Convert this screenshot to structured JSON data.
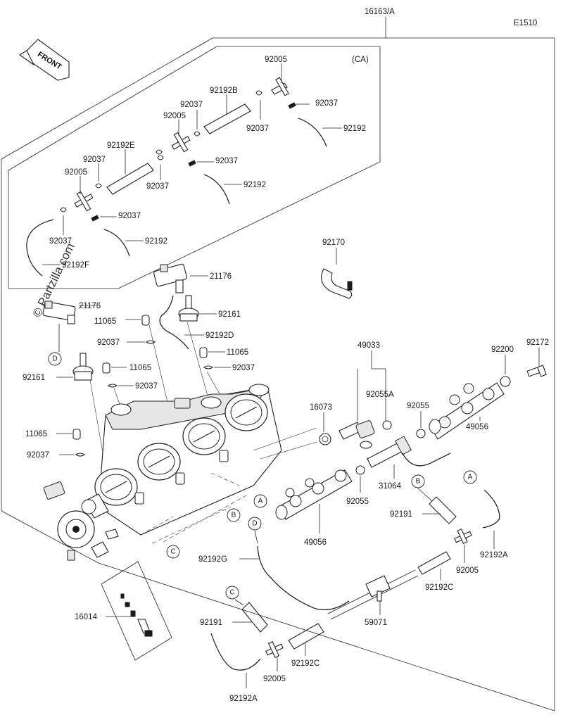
{
  "header": {
    "assembly_code": "16163/A",
    "figure_code": "E1510"
  },
  "front_badge": "FRONT",
  "ca_tag": "(CA)",
  "watermark": "© Partzilla.com",
  "circle_letters": {
    "A": "A",
    "B": "B",
    "C": "C",
    "D": "D"
  },
  "callouts": {
    "c_92005_a": "92005",
    "c_92192b": "92192B",
    "c_92037_a": "92037",
    "c_92037_b": "92037",
    "c_92037_c": "92037",
    "c_92192_a": "92192",
    "c_92005_b": "92005",
    "c_92192e": "92192E",
    "c_92037_d": "92037",
    "c_92037_e": "92037",
    "c_92005_c": "92005",
    "c_92037_f": "92037",
    "c_92192_b": "92192",
    "c_92037_g": "92037",
    "c_92037_h": "92037",
    "c_92192_c": "92192",
    "c_92192f": "92192F",
    "c_92170": "92170",
    "c_21176_a": "21176",
    "c_21176_b": "21176",
    "c_92161_a": "92161",
    "c_11065_a": "11065",
    "c_92037_i": "92037",
    "c_92192d": "92192D",
    "c_11065_b": "11065",
    "c_92037_j": "92037",
    "c_11065_c": "11065",
    "c_92161_b": "92161",
    "c_92037_k": "92037",
    "c_11065_d": "11065",
    "c_92037_l": "92037",
    "c_49033": "49033",
    "c_92172": "92172",
    "c_92200": "92200",
    "c_92055a": "92055A",
    "c_16073": "16073",
    "c_92055_a": "92055",
    "c_49056_a": "49056",
    "c_31064": "31064",
    "c_92055_b": "92055",
    "c_49056_b": "49056",
    "c_92191_a": "92191",
    "c_92192a_a": "92192A",
    "c_92192g": "92192G",
    "c_92005_d": "92005",
    "c_92192c_a": "92192C",
    "c_16014": "16014",
    "c_59071": "59071",
    "c_92191_b": "92191",
    "c_92192c_b": "92192C",
    "c_92005_e": "92005",
    "c_92192a_b": "92192A"
  }
}
